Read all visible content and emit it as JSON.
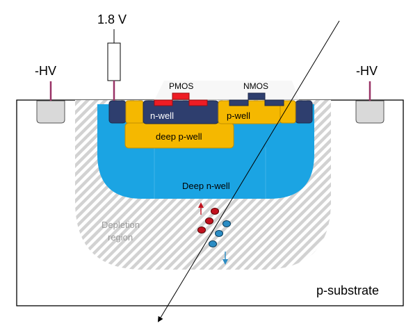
{
  "labels": {
    "voltage": "1.8 V",
    "hv_left": "-HV",
    "hv_right": "-HV",
    "pmos": "PMOS",
    "nmos": "NMOS",
    "n_well": "n-well",
    "p_well": "p-well",
    "deep_p_well": "deep p-well",
    "deep_n_well": "Deep n-well",
    "depletion_line1": "Depletion",
    "depletion_line2": "region",
    "p_substrate": "p-substrate"
  },
  "colors": {
    "substrate_border": "#000000",
    "depletion_hatch": "#cfcfcf",
    "deep_n_well": "#1ba4e3",
    "n_well": "#2e3e6e",
    "p_well": "#f5b800",
    "pmos_contact": "#ee1c24",
    "nmos_contact": "#2e3e6e",
    "hv_contact": "#d9d9d9",
    "wire": "#993366",
    "electron": "#c1121f",
    "hole": "#2b8cc4"
  }
}
